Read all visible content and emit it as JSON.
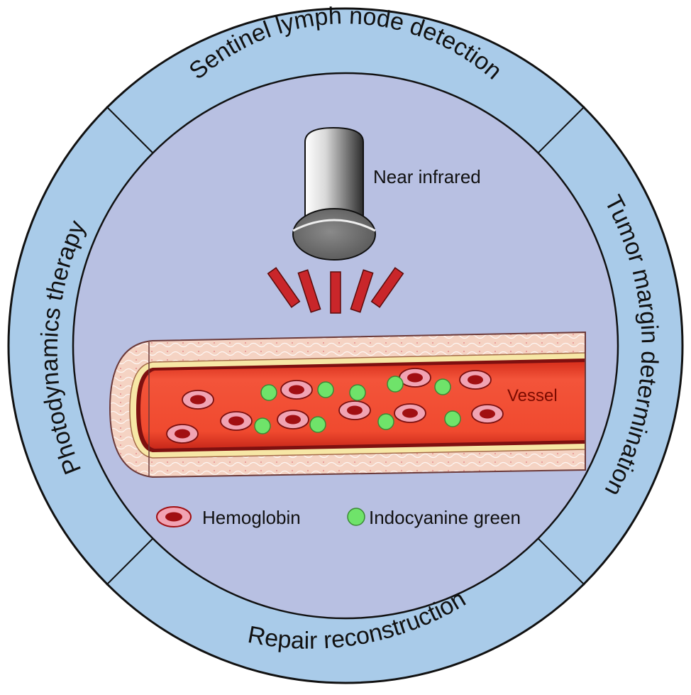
{
  "ring_labels": {
    "top": "Sentinel lymph node detection",
    "right": "Tumor margin determination",
    "bottom": "Repair reconstruction",
    "left": "Photodynamics therapy"
  },
  "labels": {
    "near_infrared": "Near infrared",
    "vessel": "Vessel"
  },
  "legend": {
    "hemoglobin": "Hemoglobin",
    "icg": "Indocyanine green"
  },
  "colors": {
    "outer_ring": "#a9cbe9",
    "inner_disc": "#b8c0e2",
    "blood": "#f0462c",
    "vessel_wall": "#f4c9bb",
    "rbc_outer": "#f1a3b3",
    "rbc_inner": "#a10f12",
    "icg": "#6fe36a",
    "nir_beam": "#c9262a"
  }
}
